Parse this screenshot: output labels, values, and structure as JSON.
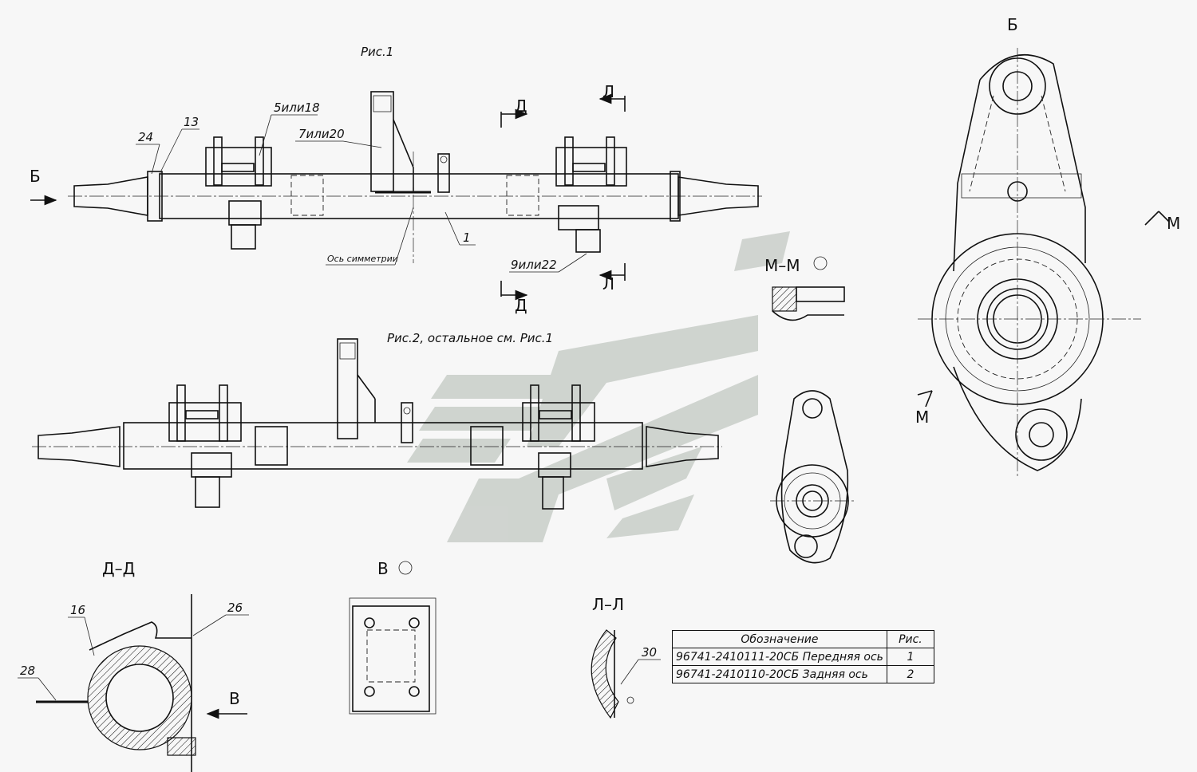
{
  "labels": {
    "fig1": "Рис.1",
    "fig2": "Рис.2,  остальное см. Рис.1",
    "view_b_top": "Б",
    "view_b_arrow": "Б",
    "cut_d_top": "Д",
    "cut_d_bottom": "Д",
    "cut_l_top": "Л",
    "cut_l_bottom": "Л",
    "cut_m_top": "М",
    "cut_m_bottom": "М",
    "section_mm": "М–М",
    "section_dd": "Д–Д",
    "view_v": "В",
    "view_v_arrow": "В",
    "section_ll": "Л–Л",
    "symmetry_axis": "Ось симметрии"
  },
  "callouts": {
    "c24": "24",
    "c13": "13",
    "c5or18": "5или18",
    "c7or20": "7или20",
    "c1": "1",
    "c9or22": "9или22",
    "c16": "16",
    "c26": "26",
    "c28": "28",
    "c30": "30"
  },
  "spec_table": {
    "header": [
      "Обозначение",
      "Рис."
    ],
    "rows": [
      {
        "designation": "96741-2410111-20СБ Передняя ось",
        "fig": "1"
      },
      {
        "designation": "96741-2410110-20СБ Задняя ось",
        "fig": "2"
      }
    ]
  },
  "colors": {
    "line": "#111111",
    "background": "#f7f7f7",
    "watermark": "#c8cdc8"
  }
}
